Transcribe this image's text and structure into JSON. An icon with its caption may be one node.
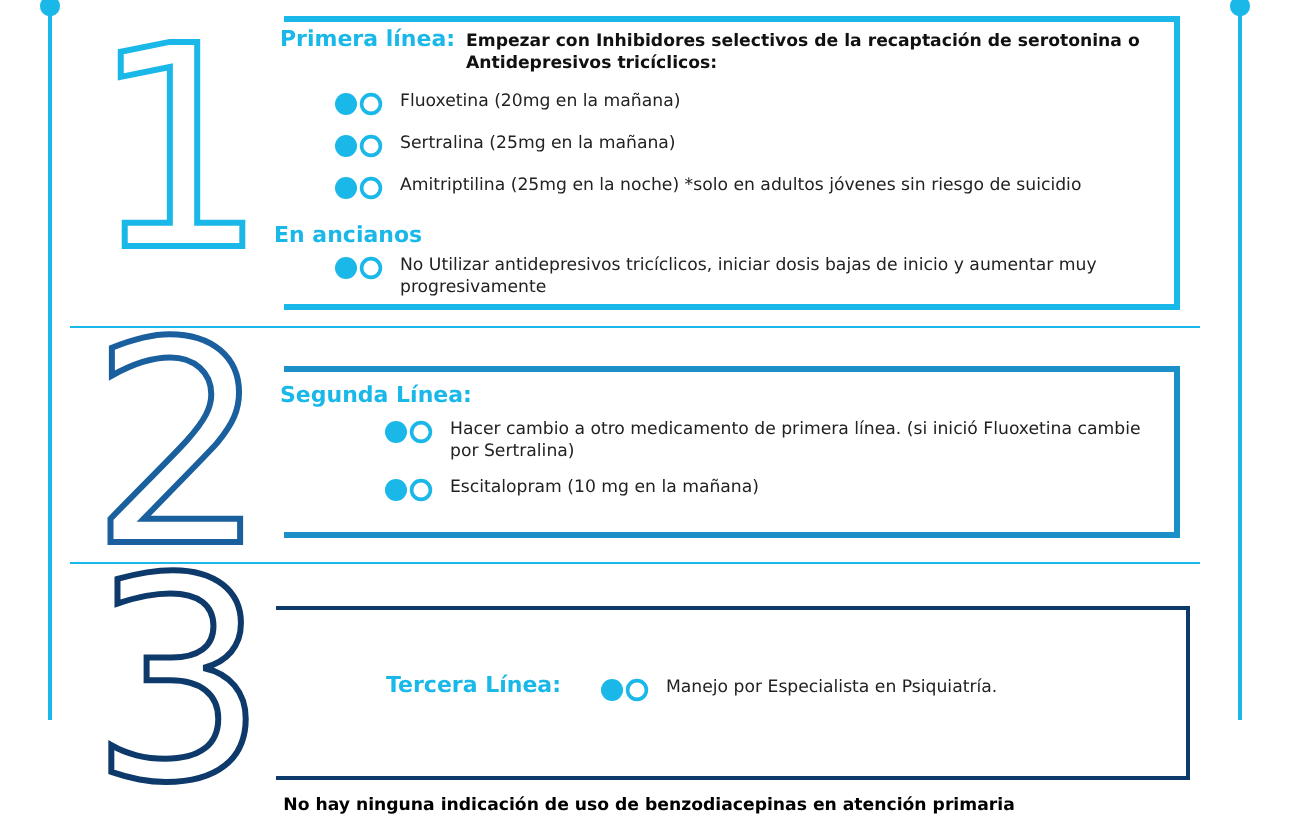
{
  "diagram": {
    "nodes": [
      {
        "text": [
          "1",
          "Primera línea:",
          "Empezar con Inhibidores selectivos de la recaptación de serotonina o Antidepresivos tricíclicos:",
          "Fluoxetina (20mg en la mañana)",
          "Sertralina (25mg en la mañana)",
          "Amitriptilina (25mg en la noche) *solo en adultos jóvenes sin riesgo de suicidio",
          "En ancianos",
          "No Utilizar antidepresivos tricíclicos, iniciar dosis bajas de inicio y aumentar muy progresivamente"
        ]
      },
      {
        "text": [
          "2",
          "Segunda Línea:",
          "Hacer cambio a otro medicamento de primera línea. (si inició Fluoxetina cambie por Sertralina)",
          "Escitalopram (10 mg en la mañana)"
        ]
      },
      {
        "text": [
          "3",
          "Tercera Línea:",
          "Manejo por Especialista en Psiquiatría."
        ]
      }
    ],
    "caption": "No hay ninguna indicación de uso de benzodiacepinas en atención primaria"
  }
}
